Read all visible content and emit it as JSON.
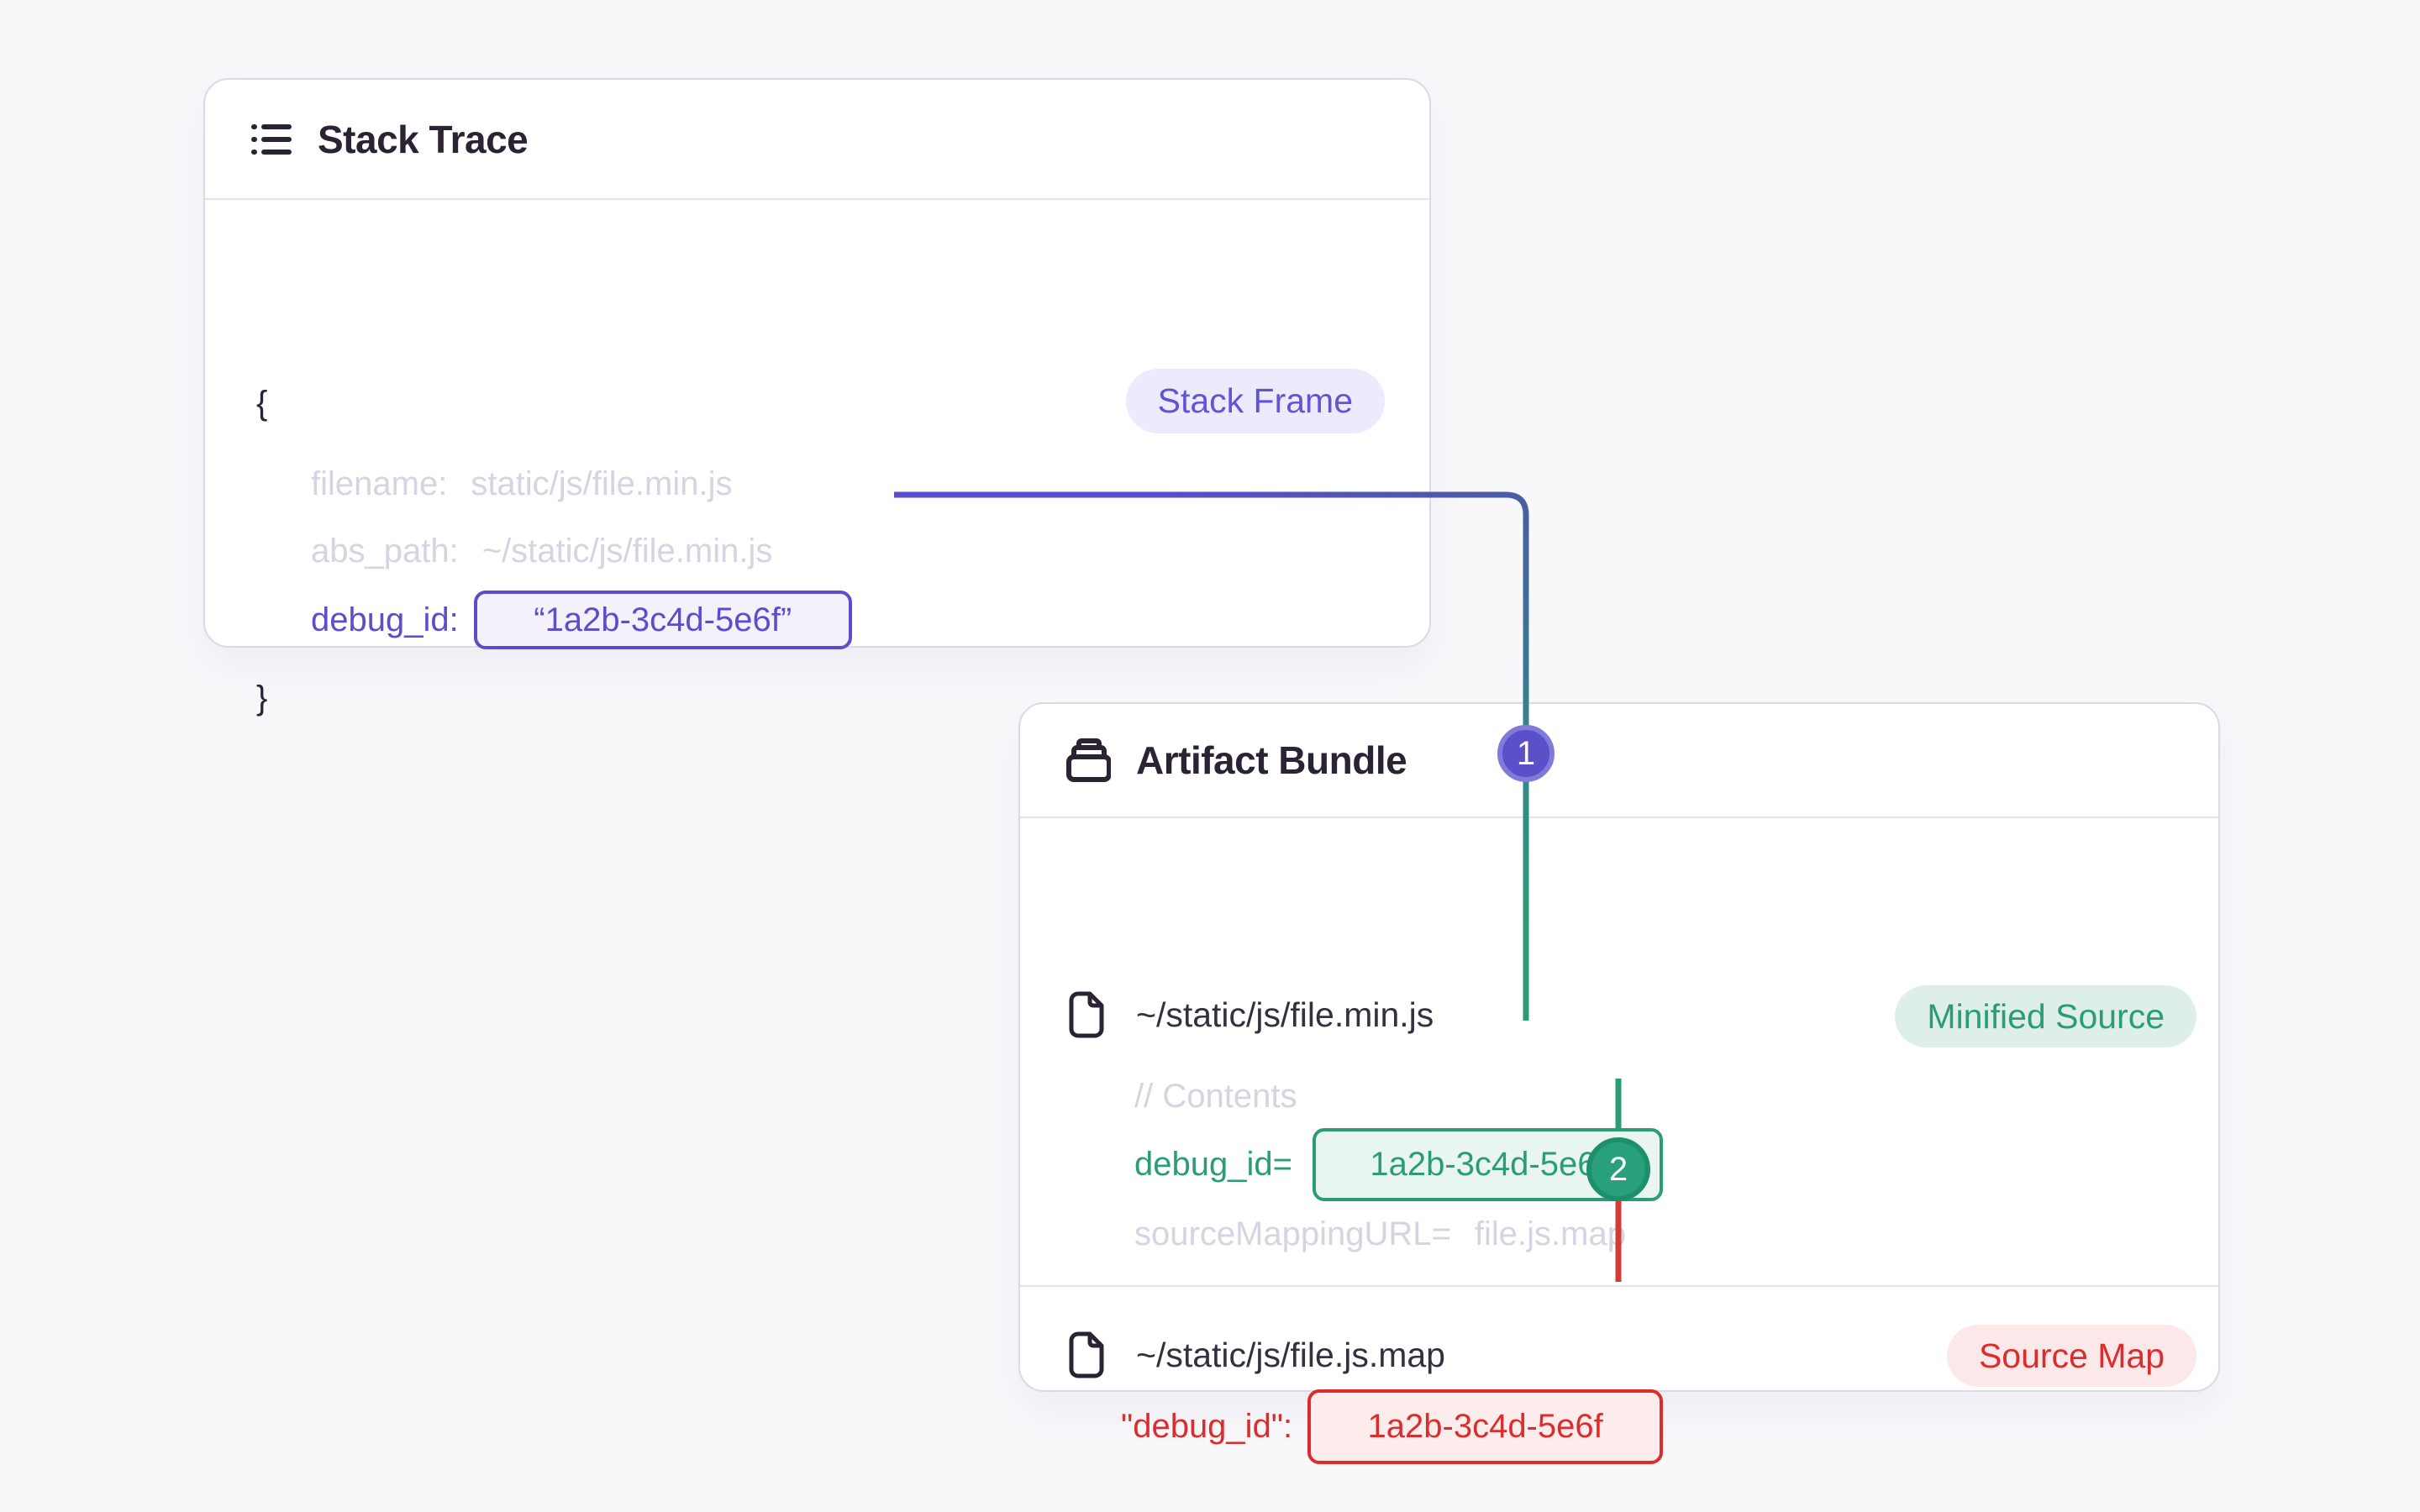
{
  "colors": {
    "page_background": "#f8f8fb",
    "accent_purple": "#5b4dcb",
    "accent_green": "#2b9c77",
    "accent_red": "#da2d2d",
    "dim_text": "#d7d3e2",
    "dark_text": "#2b2333"
  },
  "stack_trace": {
    "title": "Stack Trace",
    "badge": "Stack Frame",
    "brace_open": "{",
    "brace_close": "}",
    "rows": {
      "filename_key": "filename:",
      "filename_value": "static/js/file.min.js",
      "abs_path_key": "abs_path:",
      "abs_path_value": "~/static/js/file.min.js",
      "debug_id_key": "debug_id:",
      "debug_id_value": "“1a2b-3c4d-5e6f”"
    }
  },
  "artifact_bundle": {
    "title": "Artifact Bundle",
    "files": [
      {
        "path": "~/static/js/file.min.js",
        "badge": "Minified Source",
        "comment": "// Contents",
        "debug_id_key": "debug_id=",
        "debug_id_value": "1a2b-3c4d-5e6f",
        "source_mapping_key": "sourceMappingURL=",
        "source_mapping_value": "file.js.map"
      },
      {
        "path": "~/static/js/file.js.map",
        "badge": "Source Map",
        "debug_id_key": "\"debug_id\":",
        "debug_id_value": "1a2b-3c4d-5e6f"
      }
    ]
  },
  "connectors": {
    "step_1": "1",
    "step_2": "2"
  }
}
